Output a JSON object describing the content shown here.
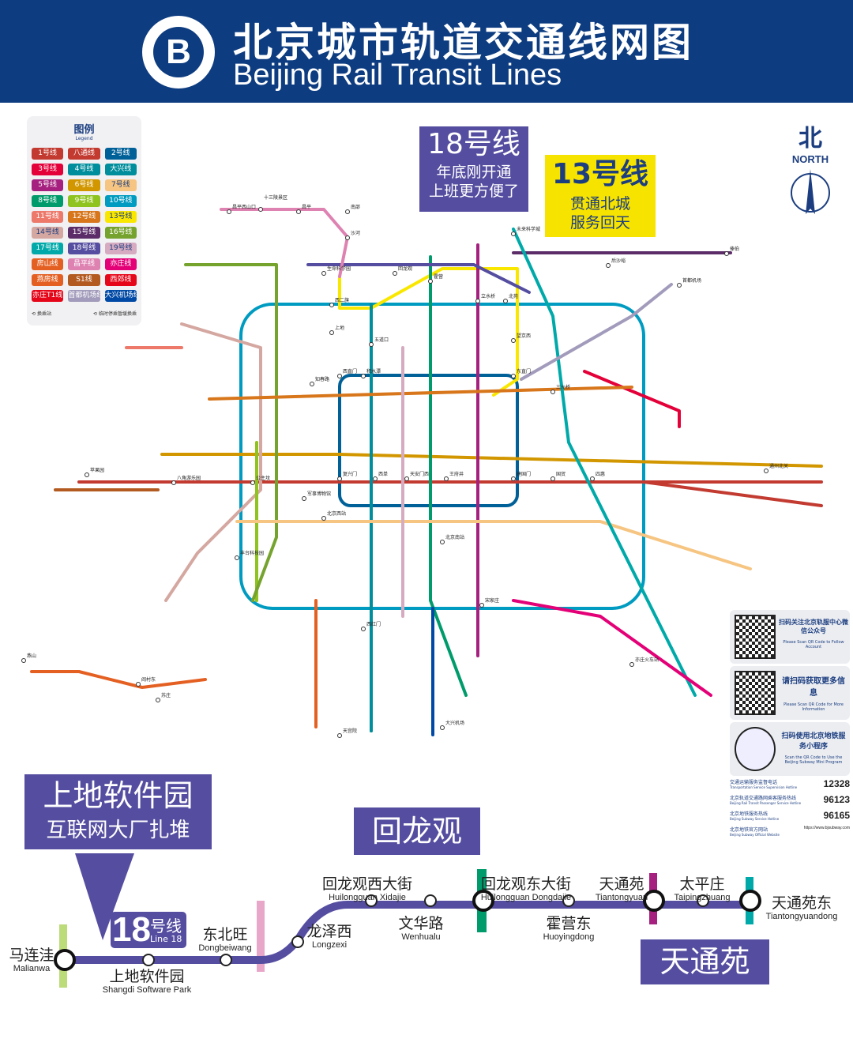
{
  "header": {
    "title_cn": "北京城市轨道交通线网图",
    "title_en": "Beijing Rail Transit Lines",
    "logo_icon": "beijing-subway-logo"
  },
  "legend": {
    "title": "图例",
    "subtitle": "Legend",
    "items": [
      {
        "label": "1号线",
        "color": "#c23a30"
      },
      {
        "label": "八通线",
        "color": "#c23a30"
      },
      {
        "label": "2号线",
        "color": "#006098"
      },
      {
        "label": "3号线",
        "color": "#e40039"
      },
      {
        "label": "4号线",
        "color": "#008e9c"
      },
      {
        "label": "大兴线",
        "color": "#008e9c"
      },
      {
        "label": "5号线",
        "color": "#a6217f"
      },
      {
        "label": "6号线",
        "color": "#d29700"
      },
      {
        "label": "7号线",
        "color": "#f6c582"
      },
      {
        "label": "8号线",
        "color": "#009b6b"
      },
      {
        "label": "9号线",
        "color": "#8fc31f"
      },
      {
        "label": "10号线",
        "color": "#009bc0"
      },
      {
        "label": "11号线",
        "color": "#ed796b"
      },
      {
        "label": "12号线",
        "color": "#d7761b"
      },
      {
        "label": "13号线",
        "color": "#f9e700"
      },
      {
        "label": "14号线",
        "color": "#d5a7a1"
      },
      {
        "label": "15号线",
        "color": "#5b2c68"
      },
      {
        "label": "16号线",
        "color": "#76a32e"
      },
      {
        "label": "17号线",
        "color": "#00a9a9"
      },
      {
        "label": "18号线",
        "color": "#554ea0"
      },
      {
        "label": "19号线",
        "color": "#d6abc1"
      },
      {
        "label": "房山线",
        "color": "#e46022"
      },
      {
        "label": "昌平线",
        "color": "#de82b2"
      },
      {
        "label": "亦庄线",
        "color": "#e40077"
      },
      {
        "label": "燕房线",
        "color": "#e46022"
      },
      {
        "label": "S1线",
        "color": "#b35a20"
      },
      {
        "label": "西郊线",
        "color": "#e50619"
      },
      {
        "label": "亦庄T1线",
        "color": "#e50619"
      },
      {
        "label": "首都机场线",
        "color": "#a29bbb"
      },
      {
        "label": "大兴机场线",
        "color": "#0049a5"
      }
    ],
    "transfer": "换乘站",
    "suspended": "临时停乘暂缓换乘"
  },
  "north": {
    "cn": "北",
    "en": "NORTH"
  },
  "callouts": {
    "line18": {
      "title": "18号线",
      "line1": "年底刚开通",
      "line2": "上班更方便了"
    },
    "line13": {
      "title": "13号线",
      "line1": "贯通北城",
      "line2": "服务回天"
    }
  },
  "map_stations": [
    "昌平西山口",
    "十三陵景区",
    "昌平",
    "南邵",
    "沙河",
    "未来科学城",
    "生命科学园",
    "西二旗",
    "上地",
    "五道口",
    "知春路",
    "回龙观",
    "霍营",
    "立水桥",
    "北苑",
    "望京西",
    "东直门",
    "三元桥",
    "西直门",
    "积水潭",
    "复兴门",
    "西单",
    "天安门西",
    "王府井",
    "建国门",
    "国贸",
    "四惠",
    "通州北关",
    "苹果园",
    "八角游乐园",
    "公主坟",
    "军事博物馆",
    "宋家庄",
    "西红门",
    "大兴机场",
    "北京西站",
    "北京南站",
    "丰台科技园",
    "首都机场",
    "亦庄火车站",
    "天宫院",
    "后沙峪",
    "俸伯",
    "燕山",
    "阎村东",
    "苏庄"
  ],
  "qr": [
    {
      "cn": "扫码关注北京轨服中心微信公众号",
      "en": "Please Scan QR Code to Follow Account"
    },
    {
      "cn": "请扫码获取更多信息",
      "en": "Please Scan QR Code for More Information"
    },
    {
      "cn": "扫码使用北京地铁服务小程序",
      "en": "Scan the QR Code to Use the Beijing Subway Mini Program"
    }
  ],
  "hotlines": [
    {
      "cn": "交通运输服务监督电话",
      "en": "Transportation Service Supervision Hotline",
      "num": "12328"
    },
    {
      "cn": "北京轨道交通路网乘客服务热线",
      "en": "Beijing Rail Transit Passenger Service Hotline",
      "num": "96123"
    },
    {
      "cn": "北京地铁服务热线",
      "en": "Beijing Subway Service Hotline",
      "num": "96165"
    },
    {
      "cn": "北京地铁官方网站",
      "en": "Beijing Subway Official Website",
      "num": "https://www.bjsubway.com"
    }
  ],
  "banners": {
    "box1_l1": "上地软件园",
    "box1_l2": "互联网大厂扎堆",
    "box2": "回龙观",
    "box3": "天通苑"
  },
  "strip": {
    "badge_num": "18",
    "badge_cn": "号线",
    "badge_en": "Line 18",
    "stations": [
      {
        "cn": "马连洼",
        "en": "Malianwa"
      },
      {
        "cn": "上地软件园",
        "en": "Shangdi Software Park"
      },
      {
        "cn": "东北旺",
        "en": "Dongbeiwang"
      },
      {
        "cn": "龙泽西",
        "en": "Longzexi"
      },
      {
        "cn": "回龙观西大街",
        "en": "Huilongguan Xidajie"
      },
      {
        "cn": "文华路",
        "en": "Wenhualu"
      },
      {
        "cn": "回龙观东大街",
        "en": "Huilongguan Dongdajie"
      },
      {
        "cn": "霍营东",
        "en": "Huoyingdong"
      },
      {
        "cn": "天通苑",
        "en": "Tiantongyuan"
      },
      {
        "cn": "太平庄",
        "en": "Taipingzhuang"
      },
      {
        "cn": "天通苑东",
        "en": "Tiantongyuandong"
      }
    ]
  }
}
